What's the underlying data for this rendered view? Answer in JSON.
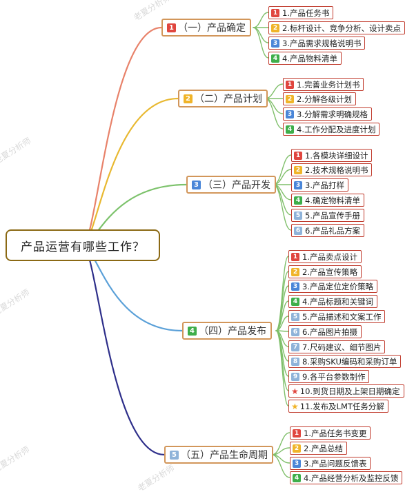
{
  "root": {
    "label": "产品运营有哪些工作？"
  },
  "colors": {
    "badge": {
      "1": "#e0463f",
      "2": "#f0b429",
      "3": "#4a86d8",
      "4": "#3fae4a",
      "5": "#8fb3d9",
      "6": "#8fb3d9",
      "7": "#8fb3d9",
      "8": "#8fb3d9",
      "9": "#8fb3d9",
      "star-red": "#e0463f",
      "star-gold": "#f0b429"
    },
    "branch_border": "#d2965a",
    "leaf_border": "#c0392b"
  },
  "watermark": {
    "text": "老夏分析师"
  },
  "branches": [
    {
      "num": "1",
      "label": "（一）产品确定",
      "line_color": "#e8826a",
      "items": [
        {
          "num": "1",
          "label": "1.产品任务书"
        },
        {
          "num": "2",
          "label": "2.标杆设计、竞争分析、设计卖点"
        },
        {
          "num": "3",
          "label": "3.产品需求规格说明书"
        },
        {
          "num": "4",
          "label": "4.产品物料清单"
        }
      ]
    },
    {
      "num": "2",
      "label": "（二）产品计划",
      "line_color": "#e8b830",
      "items": [
        {
          "num": "1",
          "label": "1.完善业务计划书"
        },
        {
          "num": "2",
          "label": "2.分解各级计划"
        },
        {
          "num": "3",
          "label": "3.分解需求明确规格"
        },
        {
          "num": "4",
          "label": "4.工作分配及进度计划"
        }
      ]
    },
    {
      "num": "3",
      "label": "（三）产品开发",
      "line_color": "#7cc26b",
      "items": [
        {
          "num": "1",
          "label": "1.各模块详细设计"
        },
        {
          "num": "2",
          "label": "2.技术规格说明书"
        },
        {
          "num": "3",
          "label": "3.产品打样"
        },
        {
          "num": "4",
          "label": "4.确定物料清单"
        },
        {
          "num": "5",
          "label": "5.产品宣传手册"
        },
        {
          "num": "6",
          "label": "6.产品礼品方案"
        }
      ]
    },
    {
      "num": "4",
      "label": "（四）产品发布",
      "line_color": "#5aa0d8",
      "items": [
        {
          "num": "1",
          "label": "1.产品卖点设计"
        },
        {
          "num": "2",
          "label": "2.产品宣传策略"
        },
        {
          "num": "3",
          "label": "3.产品定位定价策略"
        },
        {
          "num": "4",
          "label": "4.产品标题和关键词"
        },
        {
          "num": "5",
          "label": "5.产品描述和文案工作"
        },
        {
          "num": "6",
          "label": "6.产品图片拍摄"
        },
        {
          "num": "7",
          "label": "7.尺码建议、细节图片"
        },
        {
          "num": "8",
          "label": "8.采购SKU编码和采购订单"
        },
        {
          "num": "9",
          "label": "9.各平台参数制作"
        },
        {
          "num": "star-red",
          "label": "10.到货日期及上架日期确定"
        },
        {
          "num": "star-gold",
          "label": "11.发布及LMT任务分解"
        }
      ]
    },
    {
      "num": "5",
      "label": "（五）产品生命周期",
      "line_color": "#2e2f8a",
      "items": [
        {
          "num": "1",
          "label": "1.产品任务书变更"
        },
        {
          "num": "2",
          "label": "2.产品总结"
        },
        {
          "num": "3",
          "label": "3.产品问题反馈表"
        },
        {
          "num": "4",
          "label": "4.产品经营分析及监控反馈"
        }
      ]
    }
  ]
}
